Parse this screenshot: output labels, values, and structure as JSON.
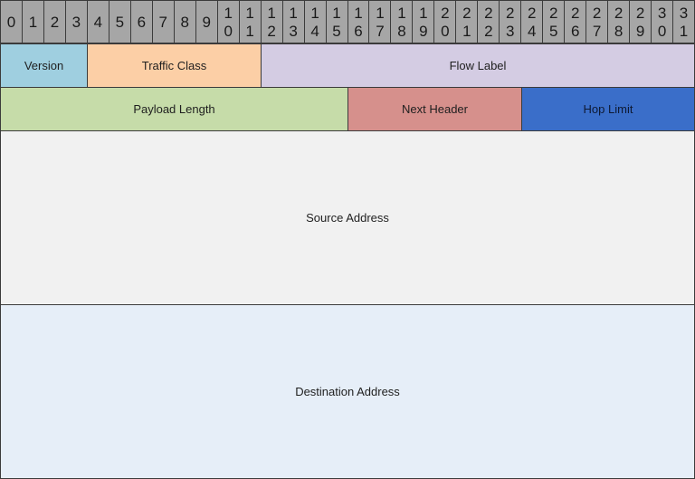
{
  "bits": [
    "0",
    "1",
    "2",
    "3",
    "4",
    "5",
    "6",
    "7",
    "8",
    "9",
    "10",
    "11",
    "12",
    "13",
    "14",
    "15",
    "16",
    "17",
    "18",
    "19",
    "20",
    "21",
    "22",
    "23",
    "24",
    "25",
    "26",
    "27",
    "28",
    "29",
    "30",
    "31"
  ],
  "fields": {
    "version": "Version",
    "traffic_class": "Traffic Class",
    "flow_label": "Flow Label",
    "payload_length": "Payload Length",
    "next_header": "Next Header",
    "hop_limit": "Hop Limit",
    "source_address": "Source Address",
    "destination_address": "Destination Address"
  },
  "colors": {
    "bit_header": "#a6a6a6",
    "version": "#9fcfe0",
    "traffic_class": "#fccfa6",
    "flow_label": "#d4cce3",
    "payload_length": "#c6dca9",
    "next_header": "#d6908c",
    "hop_limit": "#3a6ec9",
    "source_address": "#f1f1f1",
    "destination_address": "#e6eef8"
  }
}
